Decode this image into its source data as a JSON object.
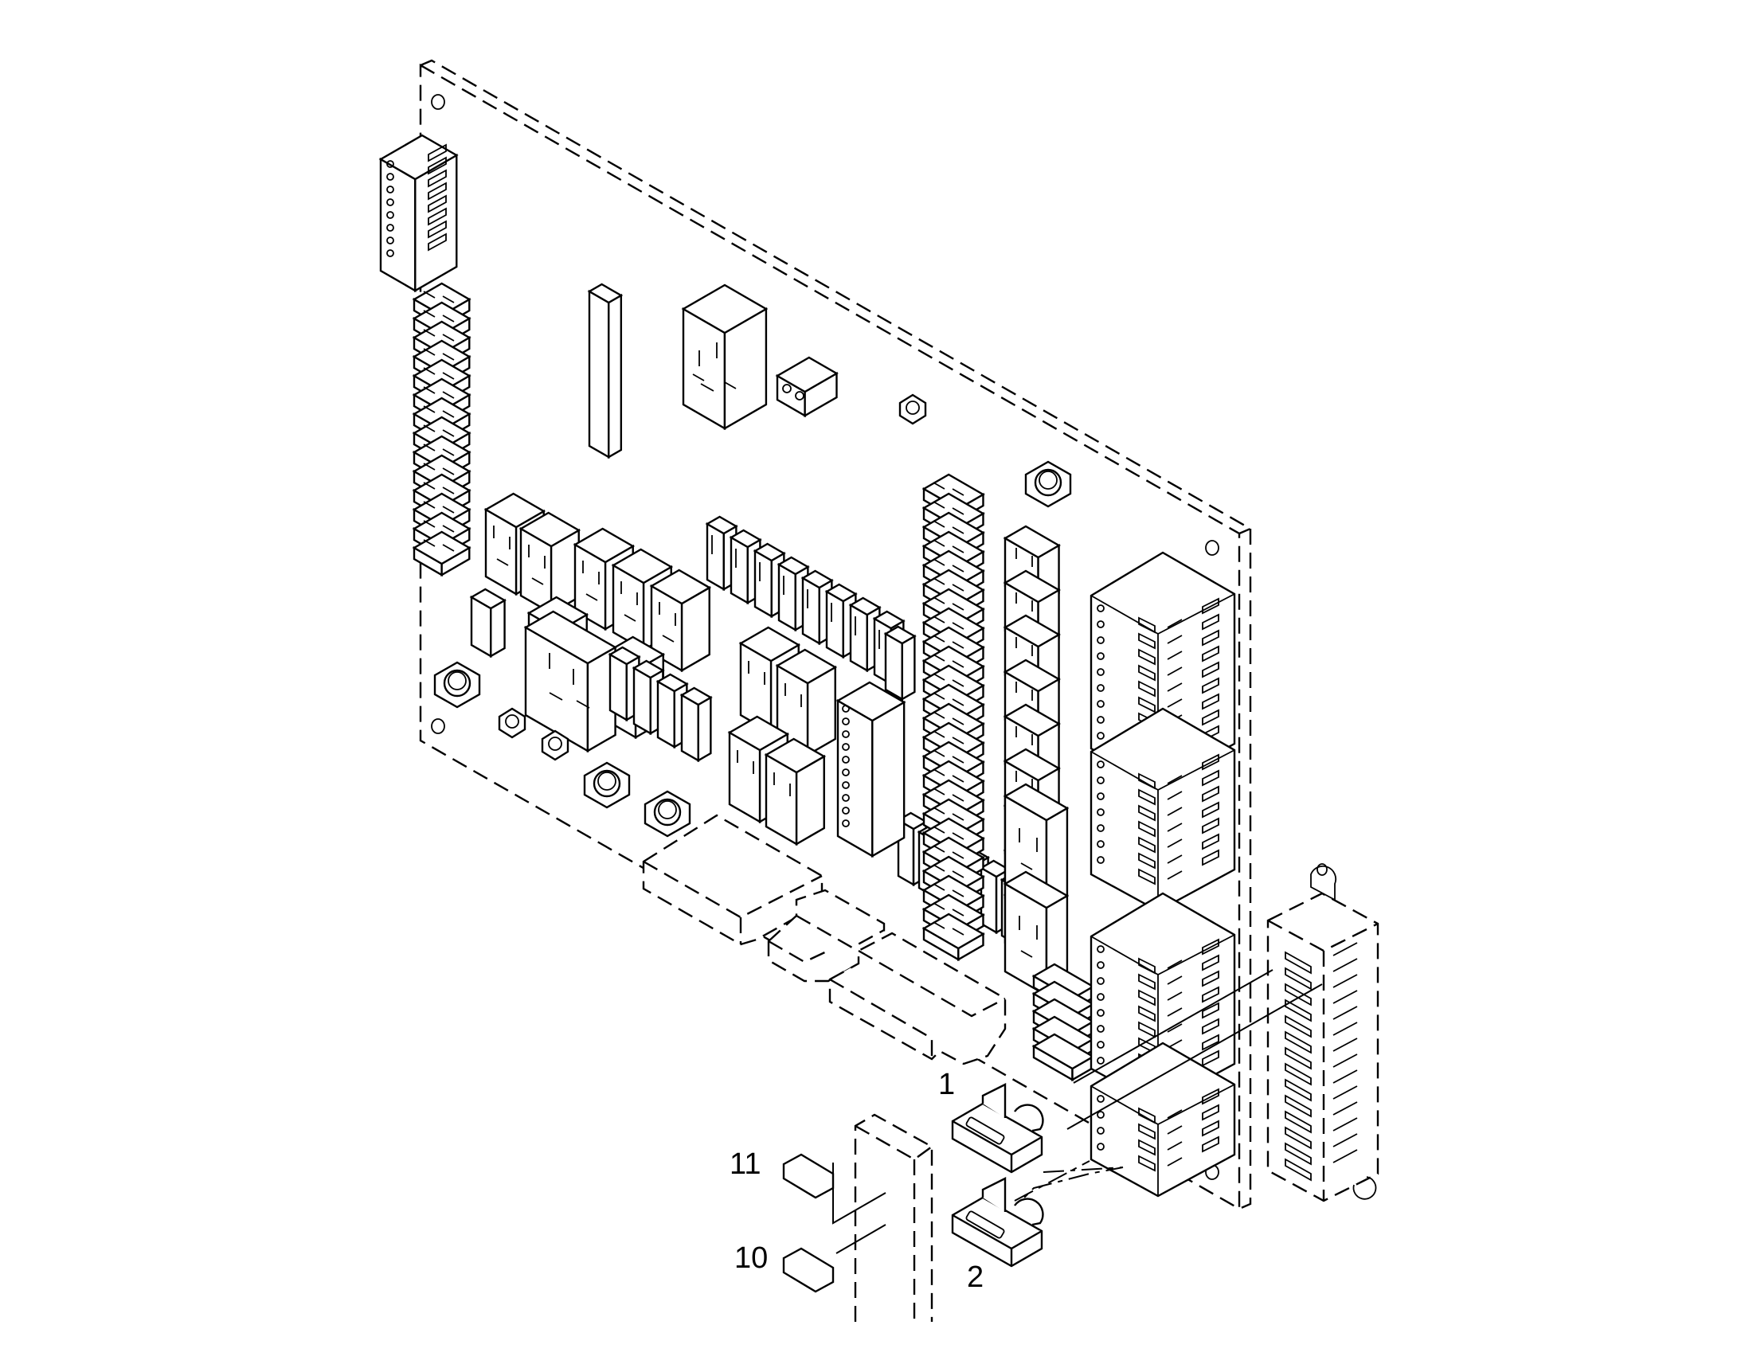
{
  "callouts": [
    {
      "id": "1",
      "label": "1"
    },
    {
      "id": "2",
      "label": "2"
    },
    {
      "id": "10",
      "label": "10"
    },
    {
      "id": "11",
      "label": "11"
    }
  ],
  "colors": {
    "line": "#000000",
    "background": "#ffffff"
  }
}
